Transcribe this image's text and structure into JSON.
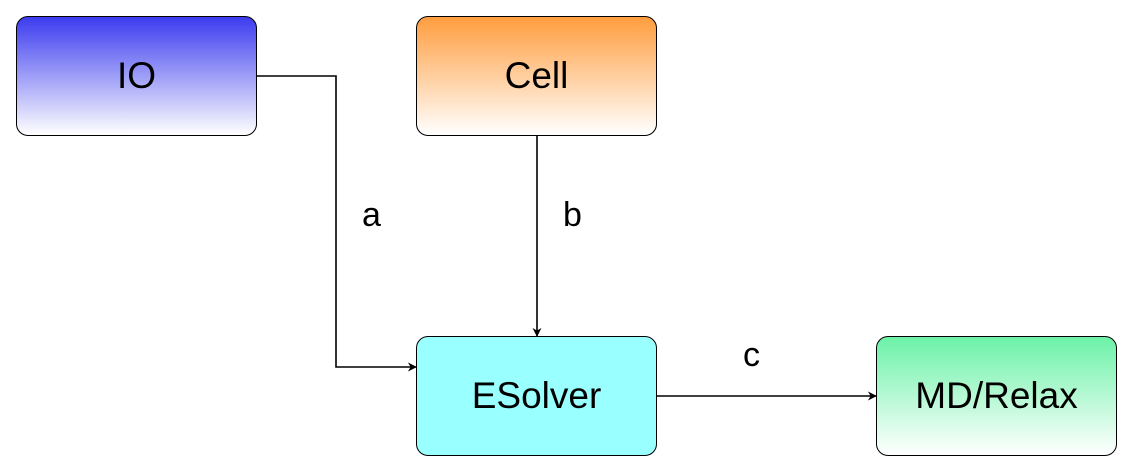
{
  "nodes": {
    "io": {
      "label": "IO",
      "color_top": "#3c3cf0",
      "color_bottom": "#ffffff"
    },
    "cell": {
      "label": "Cell",
      "color_top": "#ff9d3e",
      "color_bottom": "#ffffff"
    },
    "esolver": {
      "label": "ESolver",
      "color": "#99ffff"
    },
    "md_relax": {
      "label": "MD/Relax",
      "color_top": "#6cf2a8",
      "color_bottom": "#ffffff"
    }
  },
  "edges": {
    "a": {
      "label": "a",
      "from": "IO",
      "to": "ESolver"
    },
    "b": {
      "label": "b",
      "from": "Cell",
      "to": "ESolver"
    },
    "c": {
      "label": "c",
      "from": "ESolver",
      "to": "MD/Relax"
    }
  }
}
